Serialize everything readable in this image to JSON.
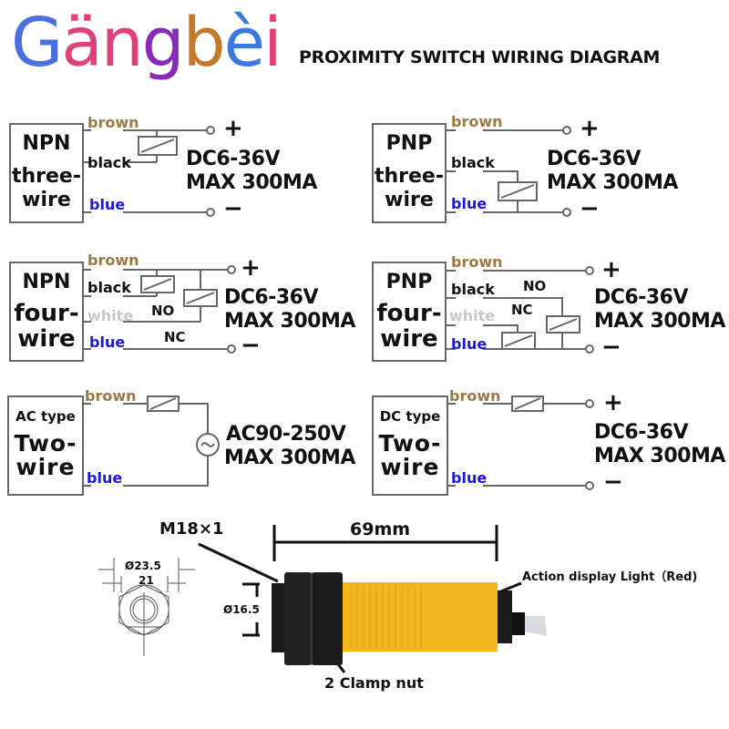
{
  "brand": {
    "letters": [
      {
        "ch": "G",
        "color": "#4a6fe0"
      },
      {
        "ch": "ä",
        "color": "#e0417a"
      },
      {
        "ch": "n",
        "color": "#e0417a"
      },
      {
        "ch": "g",
        "color": "#8a2ab8"
      },
      {
        "ch": "b",
        "color": "#c07a2a"
      },
      {
        "ch": "è",
        "color": "#3a7ae0"
      },
      {
        "ch": "i",
        "color": "#e0417a"
      }
    ],
    "name": "Gangbei"
  },
  "title": "PROXIMITY SWITCH WIRING DIAGRAM",
  "wire_colors": {
    "brown": "#9a7a44",
    "black": "#111111",
    "white": "#c8c8c8",
    "blue": "#1a1ad8"
  },
  "diagrams": [
    {
      "id": "npn3",
      "box_line1": "NPN",
      "box_line2": "three-",
      "box_line3": "wire",
      "wires": [
        "brown",
        "black",
        "blue"
      ],
      "spec1": "DC6-36V",
      "spec2": "MAX 300MA",
      "plus": "+",
      "minus": "−"
    },
    {
      "id": "pnp3",
      "box_line1": "PNP",
      "box_line2": "three-",
      "box_line3": "wire",
      "wires": [
        "brown",
        "black",
        "blue"
      ],
      "spec1": "DC6-36V",
      "spec2": "MAX 300MA",
      "plus": "+",
      "minus": "−"
    },
    {
      "id": "npn4",
      "box_line1": "NPN",
      "box_line2": "four-",
      "box_line3": "wire",
      "wires": [
        "brown",
        "black",
        "white",
        "blue"
      ],
      "no_label": "NO",
      "nc_label": "NC",
      "spec1": "DC6-36V",
      "spec2": "MAX 300MA",
      "plus": "+",
      "minus": "−"
    },
    {
      "id": "pnp4",
      "box_line1": "PNP",
      "box_line2": "four-",
      "box_line3": "wire",
      "wires": [
        "brown",
        "black",
        "white",
        "blue"
      ],
      "no_label": "NO",
      "nc_label": "NC",
      "spec1": "DC6-36V",
      "spec2": "MAX 300MA",
      "plus": "+",
      "minus": "−"
    },
    {
      "id": "ac2",
      "box_line1": "AC type",
      "box_line2": "Two-",
      "box_line3": "wire",
      "wires": [
        "brown",
        "blue"
      ],
      "spec1": "AC90-250V",
      "spec2": "MAX 300MA",
      "ac_symbol": "~"
    },
    {
      "id": "dc2",
      "box_line1": "DC type",
      "box_line2": "Two-",
      "box_line3": "wire",
      "wires": [
        "brown",
        "blue"
      ],
      "spec1": "DC6-36V",
      "spec2": "MAX 300MA",
      "plus": "+",
      "minus": "−"
    }
  ],
  "dimensions": {
    "thread": "M18×1",
    "length": "69mm",
    "outer_dia": "Ø23.5",
    "flat": "21",
    "face_dia": "Ø16.5",
    "clamp_nut": "2 Clamp nut",
    "light": "Action display Light（Red)"
  }
}
